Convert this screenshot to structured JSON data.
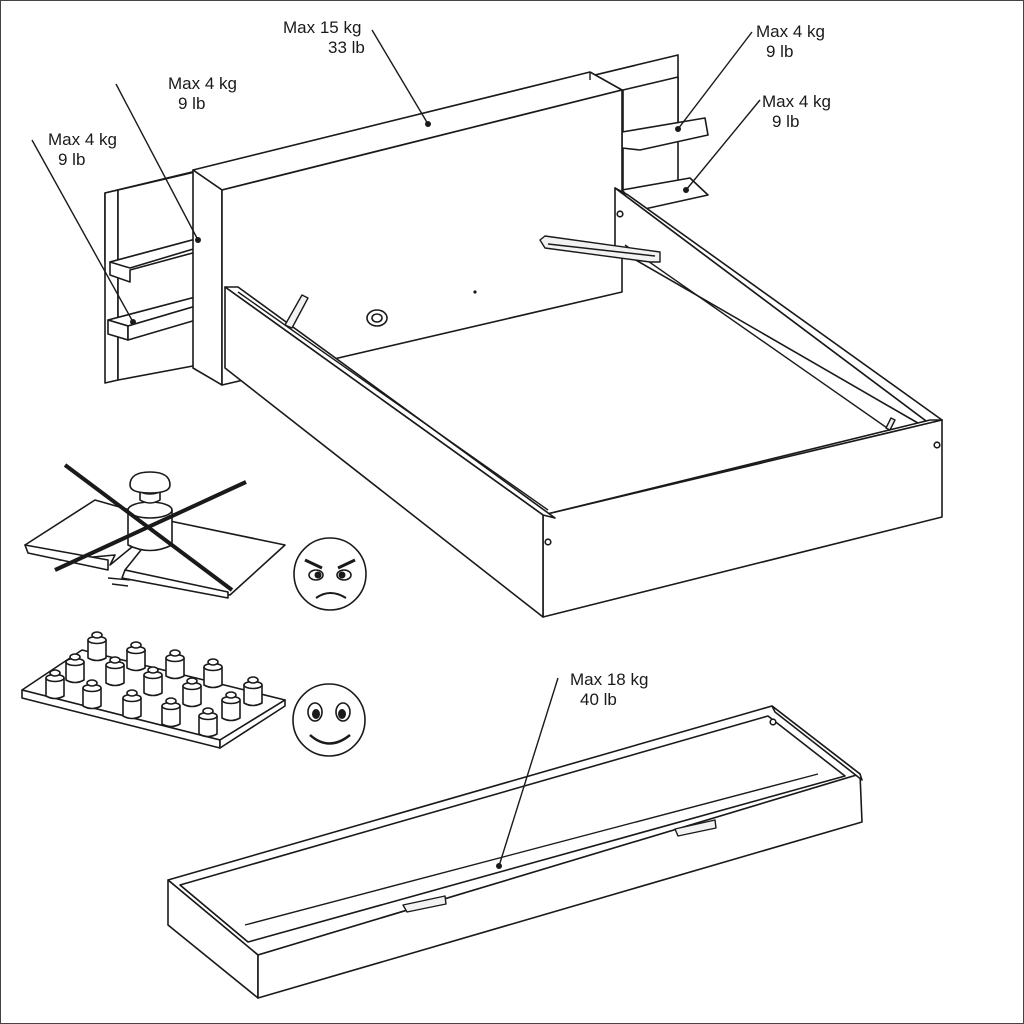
{
  "labels": {
    "headboard": {
      "kg": "Max 15 kg",
      "lb": "33 lb"
    },
    "shelf_left_upper": {
      "kg": "Max 4 kg",
      "lb": "9 lb"
    },
    "shelf_left_lower": {
      "kg": "Max 4 kg",
      "lb": "9 lb"
    },
    "shelf_right_upper": {
      "kg": "Max 4 kg",
      "lb": "9 lb"
    },
    "shelf_right_lower": {
      "kg": "Max 4 kg",
      "lb": "9 lb"
    },
    "drawer": {
      "kg": "Max 18 kg",
      "lb": "40 lb"
    }
  },
  "icons": {
    "wrong_load": "crossed-out-concentrated-weight-icon",
    "angry_face": "angry-face-icon",
    "correct_load": "distributed-weights-icon",
    "happy_face": "happy-face-icon"
  }
}
